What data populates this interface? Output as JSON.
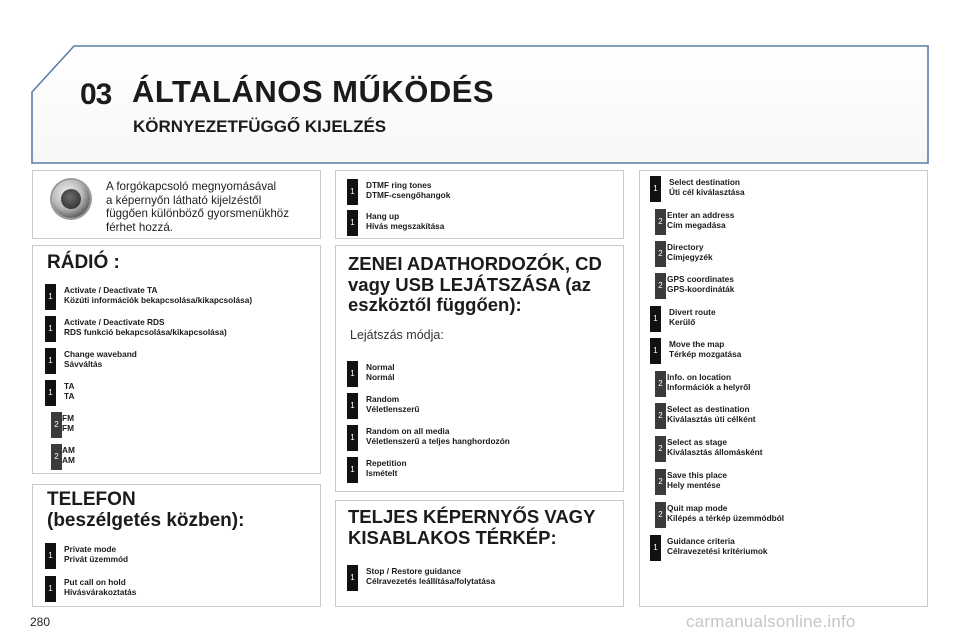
{
  "header": {
    "chapter": "03",
    "title": "ÁLTALÁNOS MŰKÖDÉS",
    "subtitle": "KÖRNYEZETFÜGGŐ KIJELZÉS"
  },
  "intro": {
    "text_lines": [
      "A forgókapcsoló megnyomásával",
      "a képernyőn látható kijelzéstől",
      "függően különböző gyorsmenükhöz",
      "férhet hozzá."
    ]
  },
  "radio": {
    "title": "RÁDIÓ :",
    "items": [
      {
        "badge": "1",
        "en": "Activate / Deactivate TA",
        "hu": "Közúti információk bekapcsolása/kikapcsolása)"
      },
      {
        "badge": "1",
        "en": "Activate / Deactivate RDS",
        "hu": "RDS funkció bekapcsolása/kikapcsolása)"
      },
      {
        "badge": "1",
        "en": "Change waveband",
        "hu": "Sávváltás"
      },
      {
        "badge": "1",
        "en": "TA",
        "hu": "TA"
      },
      {
        "badge": "2",
        "en": "FM",
        "hu": "FM"
      },
      {
        "badge": "2",
        "en": "AM",
        "hu": "AM"
      }
    ]
  },
  "telefon": {
    "title_line1": "TELEFON",
    "title_line2": "(beszélgetés közben):",
    "items": [
      {
        "badge": "1",
        "en": "Private mode",
        "hu": "Privát üzemmód"
      },
      {
        "badge": "1",
        "en": "Put call on hold",
        "hu": "Hívásvárakoztatás"
      }
    ]
  },
  "dtmf": {
    "items": [
      {
        "badge": "1",
        "en": "DTMF ring tones",
        "hu": "DTMF-csengőhangok"
      },
      {
        "badge": "1",
        "en": "Hang up",
        "hu": "Hívás megszakítása"
      }
    ]
  },
  "media": {
    "title_line1": "ZENEI ADATHORDOZÓK, CD",
    "title_line2": "vagy USB LEJÁTSZÁSA (az",
    "title_line3": "eszköztől függően):",
    "playmode_label": "Lejátszás módja:",
    "items": [
      {
        "badge": "1",
        "en": "Normal",
        "hu": "Normál"
      },
      {
        "badge": "1",
        "en": "Random",
        "hu": "Véletlenszerű"
      },
      {
        "badge": "1",
        "en": "Random on all media",
        "hu": "Véletlenszerű a teljes hanghordozón"
      },
      {
        "badge": "1",
        "en": "Repetition",
        "hu": "Ismételt"
      }
    ]
  },
  "fullmap": {
    "title_line1": "TELJES KÉPERNYŐS VAGY",
    "title_line2": "KISABLAKOS TÉRKÉP:",
    "items": [
      {
        "badge": "1",
        "en": "Stop / Restore guidance",
        "hu": "Célravezetés leállítása/folytatása"
      }
    ]
  },
  "navigation": {
    "items": [
      {
        "badge": "1",
        "en": "Select destination",
        "hu": "Úti cél kiválasztása"
      },
      {
        "badge": "2",
        "en": "Enter an address",
        "hu": "Cím megadása"
      },
      {
        "badge": "2",
        "en": "Directory",
        "hu": "Címjegyzék"
      },
      {
        "badge": "2",
        "en": "GPS coordinates",
        "hu": "GPS-koordináták"
      },
      {
        "badge": "1",
        "en": "Divert route",
        "hu": "Kerülő"
      },
      {
        "badge": "1",
        "en": "Move the map",
        "hu": "Térkép mozgatása"
      },
      {
        "badge": "2",
        "en": "Info. on location",
        "hu": "Információk a helyről"
      },
      {
        "badge": "2",
        "en": "Select as destination",
        "hu": "Kiválasztás úti célként"
      },
      {
        "badge": "2",
        "en": "Select as stage",
        "hu": "Kiválasztás állomásként"
      },
      {
        "badge": "2",
        "en": "Save this place",
        "hu": "Hely mentése"
      },
      {
        "badge": "2",
        "en": "Quit map mode",
        "hu": "Kilépés a térkép üzemmódból"
      },
      {
        "badge": "1",
        "en": "Guidance criteria",
        "hu": "Célravezetési kritériumok"
      }
    ]
  },
  "footer": {
    "page_number": "280",
    "watermark": "carmanualsonline.info"
  }
}
